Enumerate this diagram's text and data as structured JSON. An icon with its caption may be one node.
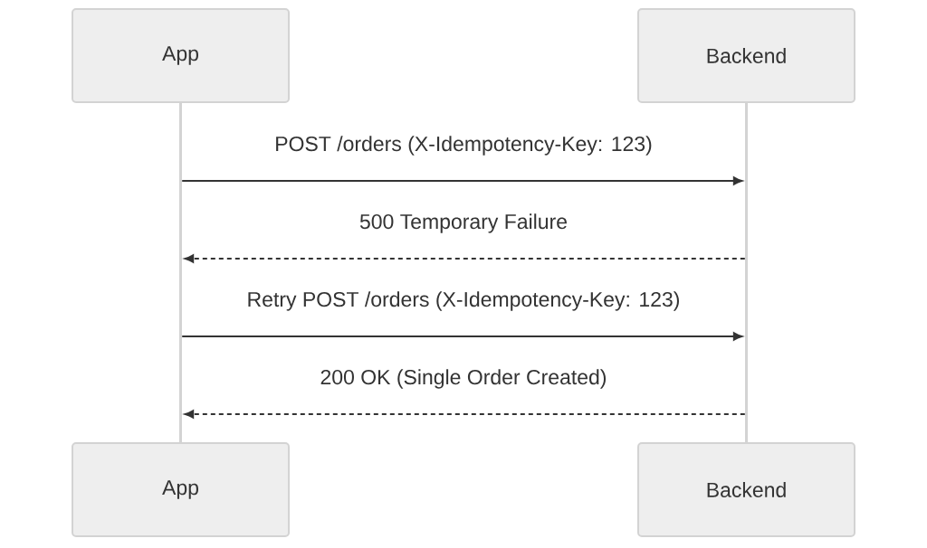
{
  "diagram": {
    "nodes": [
      {
        "text": [
          "App"
        ]
      },
      {
        "text": [
          "Backend"
        ]
      },
      {
        "text": [],
        "shape": "bar"
      },
      {
        "text": [],
        "shape": "bar"
      },
      {
        "text": [
          "App"
        ]
      },
      {
        "text": [
          "Backend"
        ]
      }
    ],
    "edges": [
      {
        "from": 2,
        "to": 3,
        "arrow": "to",
        "label": "POST /orders (X-Idempotency-Key: 123)"
      },
      {
        "from": 3,
        "to": 2,
        "arrow": "to",
        "label": "500 Temporary Failure",
        "style": "dashed"
      },
      {
        "from": 2,
        "to": 3,
        "arrow": "to",
        "label": "Retry POST /orders (X-Idempotency-Key: 123)"
      },
      {
        "from": 3,
        "to": 2,
        "arrow": "to",
        "label": "200 OK (Single Order Created)",
        "style": "dashed"
      }
    ]
  }
}
